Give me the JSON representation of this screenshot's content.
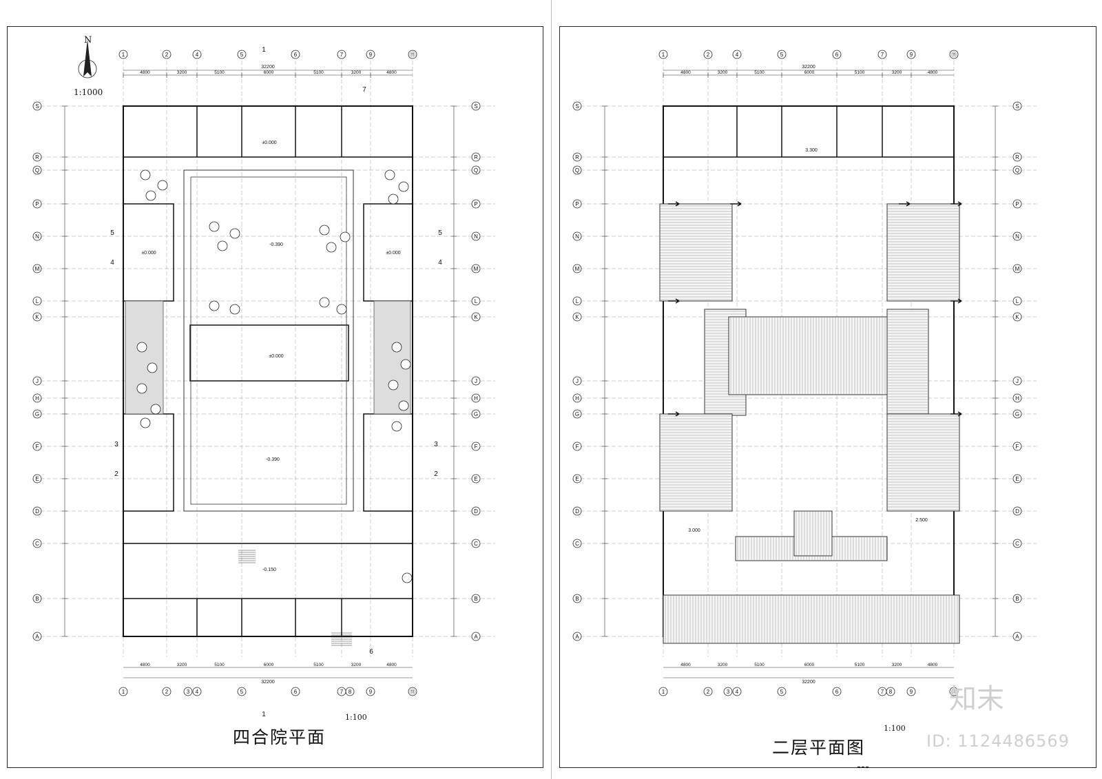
{
  "left": {
    "title": "四合院平面",
    "scale": "1:100",
    "north_label": "N",
    "north_scale": "1:1000",
    "grid_cols": [
      "1",
      "2",
      "4",
      "5",
      "6",
      "7",
      "9",
      "⑪"
    ],
    "grid_cols_bottom": [
      "1",
      "2",
      "3",
      "4",
      "5",
      "6",
      "7",
      "8",
      "9",
      "⑪"
    ],
    "grid_rows": [
      "S",
      "R",
      "Q",
      "P",
      "N",
      "M",
      "L",
      "K",
      "J",
      "H",
      "G",
      "F",
      "E",
      "D",
      "C",
      "B",
      "A"
    ],
    "top_dims": [
      "4800",
      "3200",
      "5100",
      "6000",
      "5100",
      "3200",
      "4800"
    ],
    "total_dim": "32200",
    "bottom_dims": [
      "4800",
      "3200",
      "5100",
      "6000",
      "5100",
      "3200",
      "4800"
    ],
    "section_marks": [
      "1",
      "1",
      "5",
      "5",
      "4",
      "4",
      "3",
      "3",
      "2",
      "2",
      "6",
      "7"
    ],
    "levels": [
      "±0.000",
      "-0.390",
      "-0.150"
    ]
  },
  "right": {
    "title": "二层平面图",
    "scale": "1:100",
    "grid_cols": [
      "1",
      "2",
      "4",
      "5",
      "6",
      "7",
      "9",
      "⑪"
    ],
    "grid_cols_bottom": [
      "1",
      "2",
      "3",
      "4",
      "5",
      "6",
      "7",
      "8",
      "9",
      "⑪"
    ],
    "grid_rows": [
      "S",
      "R",
      "Q",
      "P",
      "N",
      "M",
      "L",
      "K",
      "J",
      "H",
      "G",
      "F",
      "E",
      "D",
      "C",
      "B",
      "A"
    ],
    "top_dims": [
      "4800",
      "3200",
      "5100",
      "6000",
      "5100",
      "3200",
      "4800"
    ],
    "total_dim": "32200",
    "bottom_dims": [
      "4800",
      "3200",
      "5100",
      "6000",
      "5100",
      "3200",
      "4800"
    ],
    "levels": [
      "3.300",
      "3.000",
      "2.500"
    ]
  },
  "brand": {
    "logo_text": "知末",
    "doc_id": "ID: 1124486569",
    "watermark_color": "#d0d0d0"
  }
}
